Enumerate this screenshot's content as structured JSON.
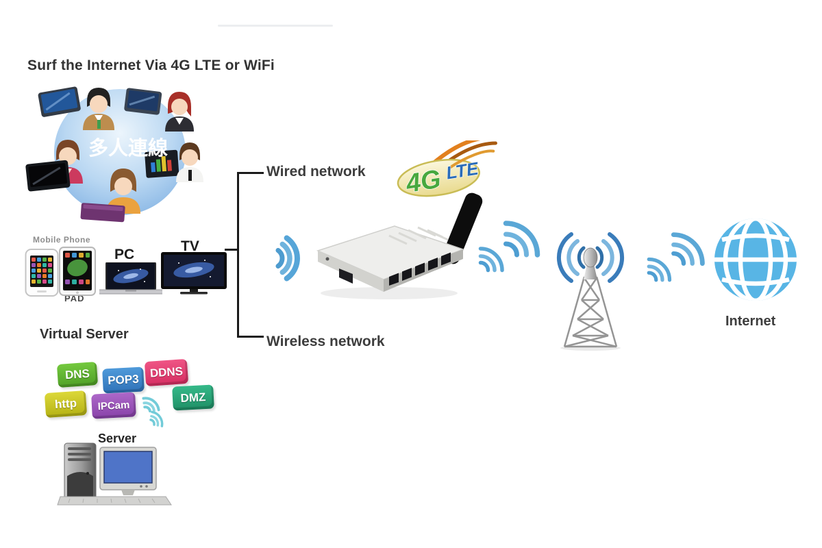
{
  "title": "Surf the Internet Via 4G LTE or WiFi",
  "people_group": {
    "caption": "多人連線"
  },
  "devices": {
    "mobile_phone": "Mobile Phone",
    "pad": "PAD",
    "pc": "PC",
    "tv": "TV"
  },
  "connections": {
    "wired": "Wired network",
    "wireless": "Wireless network"
  },
  "logo_4g_lte": {
    "part1": "4G",
    "part2": "LTE"
  },
  "internet": {
    "label": "Internet"
  },
  "virtual_server": {
    "title": "Virtual Server",
    "server_label": "Server",
    "badges": [
      {
        "label": "DNS",
        "color": "#5ab32e"
      },
      {
        "label": "POP3",
        "color": "#3e8ed0"
      },
      {
        "label": "DDNS",
        "color": "#e6436f"
      },
      {
        "label": "http",
        "color": "#cfcc23"
      },
      {
        "label": "IPCam",
        "color": "#9a55b8"
      },
      {
        "label": "DMZ",
        "color": "#27a878"
      }
    ]
  },
  "colors": {
    "wifi_blue": "#5fa8d8",
    "tower_arc_blue": "#3a7cba",
    "globe_blue": "#58b5e5",
    "text_dark": "#3a3a3a",
    "logo_green": "#48a83e",
    "logo_blue": "#2a6cb8",
    "logo_oval": "#f5edbd"
  }
}
